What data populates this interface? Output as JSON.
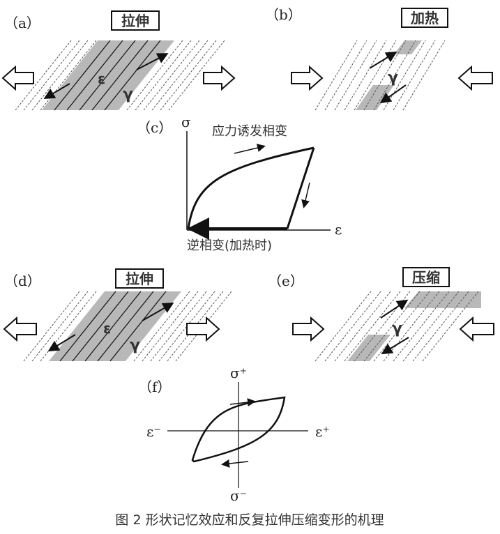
{
  "panels": {
    "a": {
      "label": "（a）",
      "box": "拉伸",
      "eps": "ε",
      "gam": "γ"
    },
    "b": {
      "label": "（b）",
      "box": "加热",
      "gam": "γ"
    },
    "c": {
      "label": "（c）",
      "sigma": "σ",
      "eps": "ε",
      "upper": "应力诱发相变",
      "lower": "逆相变(加热时)"
    },
    "d": {
      "label": "（d）",
      "box": "拉伸",
      "eps": "ε",
      "gam": "γ"
    },
    "e": {
      "label": "（e）",
      "box": "压缩",
      "gam": "γ"
    },
    "f": {
      "label": "（f）",
      "sp": "σ⁺",
      "sm": "σ⁻",
      "ep": "ε⁺",
      "em": "ε⁻"
    }
  },
  "caption": "图 2   形状记忆效应和反复拉伸压缩变形的机理",
  "colors": {
    "ink": "#111111",
    "shade": "#b8b8b8"
  }
}
